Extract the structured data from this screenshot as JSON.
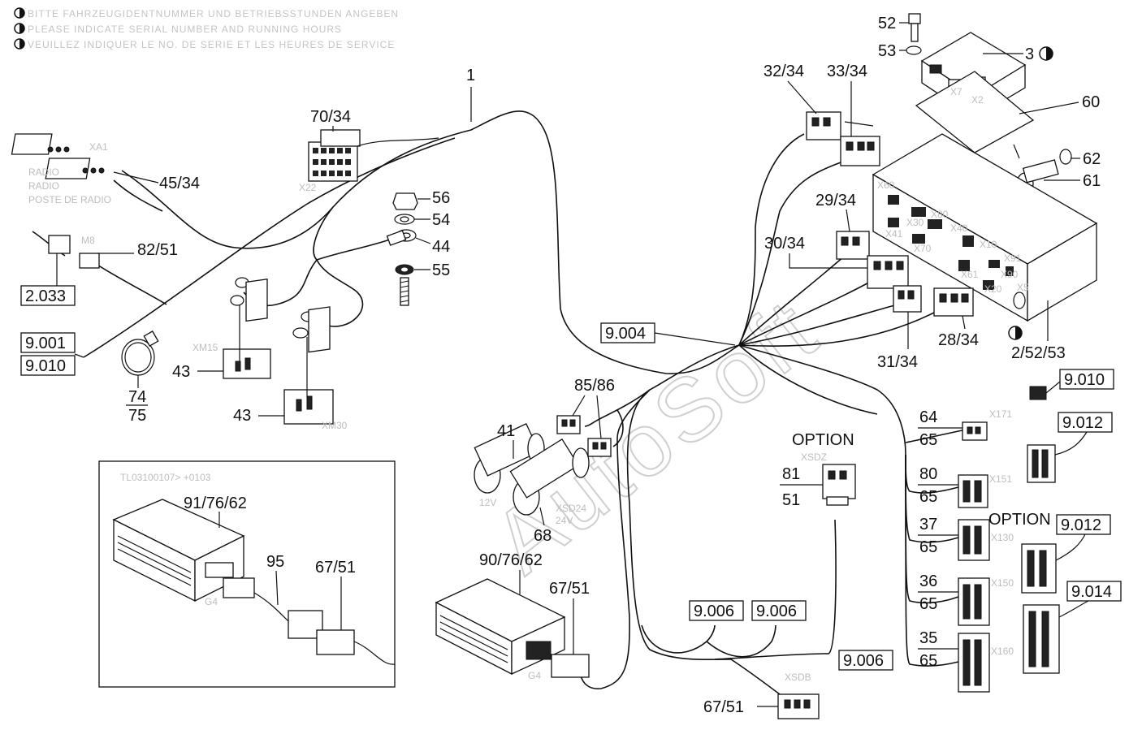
{
  "header": {
    "line_de": "BITTE FAHRZEUGIDENTNUMMER UND BETRIEBSSTUNDEN ANGEBEN",
    "line_en": "PLEASE INDICATE SERIAL NUMBER AND RUNNING HOURS",
    "line_fr": "VEUILLEZ INDIQUER LE NO. DE SERIE ET LES HEURES DE SERVICE"
  },
  "watermark": "AutoSoft",
  "labels": {
    "l1": "1",
    "l70_34": "70/34",
    "l45_34": "45/34",
    "l82_51": "82/51",
    "l56": "56",
    "l54": "54",
    "l44": "44",
    "l55": "55",
    "l43a": "43",
    "l43b": "43",
    "l74": "74",
    "l75": "75",
    "l52": "52",
    "l53": "53",
    "l3": "3",
    "l60": "60",
    "l62": "62",
    "l61": "61",
    "l32_34": "32/34",
    "l33_34": "33/34",
    "l29_34": "29/34",
    "l30_34": "30/34",
    "l31_34": "31/34",
    "l28_34": "28/34",
    "l2_52_53": "2/52/53",
    "l85_86": "85/86",
    "l41": "41",
    "l68": "68",
    "l91_76_62": "91/76/62",
    "l95": "95",
    "l67_51a": "67/51",
    "l90_76_62": "90/76/62",
    "l67_51b": "67/51",
    "l67_51c": "67/51",
    "l81": "81",
    "l51": "51",
    "l64": "64",
    "l65a": "65",
    "l80": "80",
    "l65b": "65",
    "l37": "37",
    "l65c": "65",
    "l36": "36",
    "l65d": "65",
    "l35": "35",
    "l65e": "65",
    "option1": "OPTION",
    "option2": "OPTION"
  },
  "refs": {
    "r2033": "2.033",
    "r9001": "9.001",
    "r9010a": "9.010",
    "r9004": "9.004",
    "r9010b": "9.010",
    "r9012a": "9.012",
    "r9012b": "9.012",
    "r9014": "9.014",
    "r9006a": "9.006",
    "r9006b": "9.006",
    "r9006c": "9.006"
  },
  "small_text": {
    "radio_de": "RADIO",
    "radio_en": "RADIO",
    "radio_fr": "POSTE DE RADIO",
    "xa1": "XA1",
    "x22": "X22",
    "m8": "M8",
    "xm15": "XM15",
    "xm30": "XM30",
    "v12": "12V",
    "xsd24": "XSD24",
    "v24": "24V",
    "g4a": "G4",
    "g4b": "G4",
    "xsdz": "XSDZ",
    "xsdb": "XSDB",
    "x171": "X171",
    "x151": "X151",
    "x150": "X150",
    "x160": "X160",
    "x130": "X130",
    "x60": "X60",
    "x30": "X30",
    "x80": "X80",
    "x40": "X40",
    "x41": "X41",
    "x70": "X70",
    "x10": "X10",
    "x91": "X91",
    "x61": "X61",
    "x90": "X90",
    "x20": "X20",
    "x5": "X5",
    "x7": "X7",
    "x2": "X2",
    "inset_code": "TL03100107>   +0103"
  }
}
